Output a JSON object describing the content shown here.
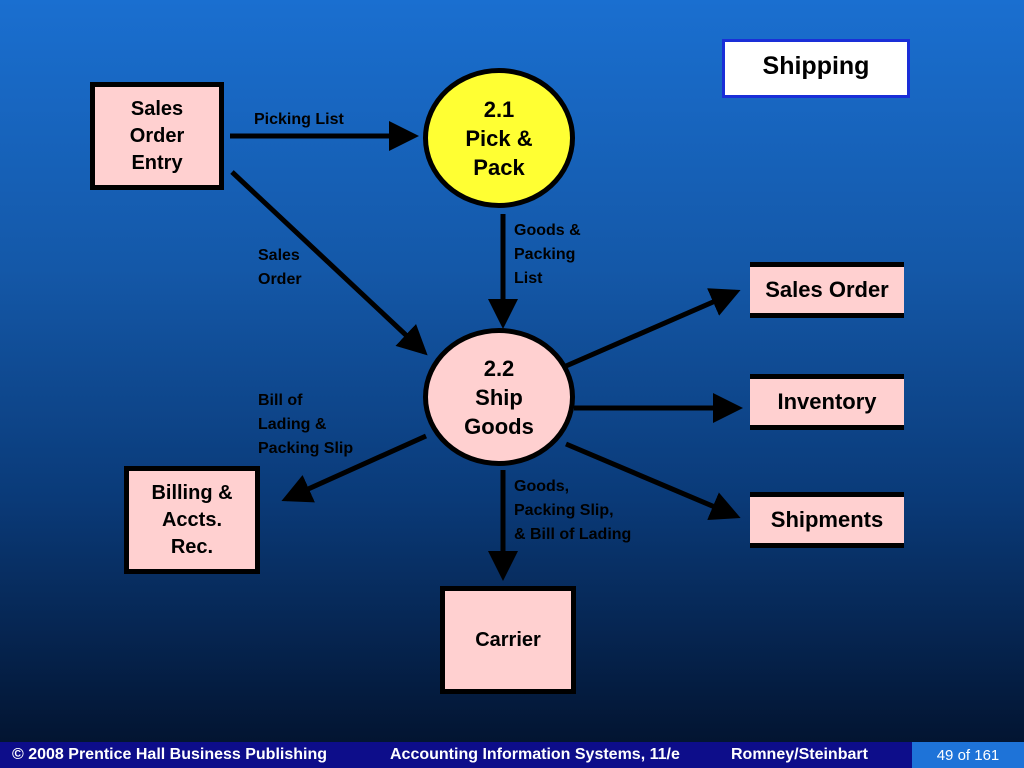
{
  "title": "Shipping",
  "external_entities": {
    "sales_order_entry": "Sales\nOrder\nEntry",
    "billing": "Billing &\nAccts.\nRec.",
    "carrier": "Carrier"
  },
  "processes": {
    "pick_pack": {
      "number": "2.1",
      "name_line1": "Pick &",
      "name_line2": "Pack"
    },
    "ship_goods": {
      "number": "2.2",
      "name_line1": "Ship",
      "name_line2": "Goods"
    }
  },
  "data_stores": {
    "sales_order": "Sales Order",
    "inventory": "Inventory",
    "shipments": "Shipments"
  },
  "flows": {
    "picking_list": "Picking List",
    "sales_order": "Sales\nOrder",
    "goods_packing_list": "Goods &\nPacking\nList",
    "bill_of_lading": "Bill of\nLading &\nPacking Slip",
    "goods_packing_slip": "Goods,\nPacking Slip,\n& Bill of Lading"
  },
  "footer": {
    "copyright": "© 2008 Prentice Hall Business Publishing",
    "book": "Accounting Information Systems, 11/e",
    "authors": "Romney/Steinbart",
    "page": "49 of 161"
  },
  "colors": {
    "process_pick_pack": "#ffff33",
    "process_ship_goods": "#ffd0d0",
    "entity_fill": "#ffd0d0",
    "footer_bg": "#0d0d8a",
    "page_badge_bg": "#1e73d8"
  }
}
